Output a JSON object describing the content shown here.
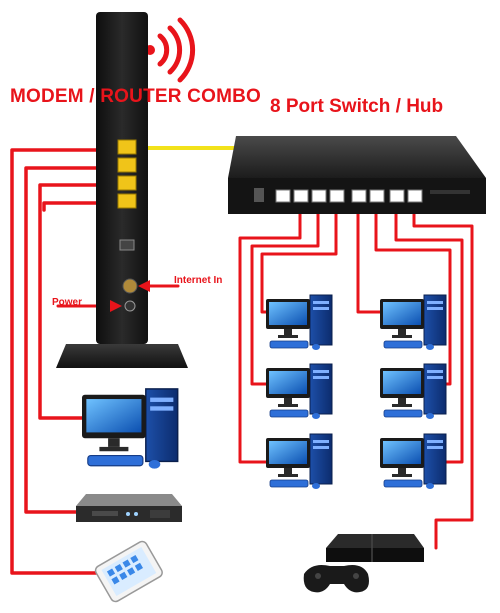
{
  "labels": {
    "modem_router": "MODEM / ROUTER COMBO",
    "switch_hub": "8 Port Switch / Hub",
    "internet_in": "Internet In",
    "power": "Power"
  },
  "colors": {
    "cable": "#e8141b",
    "uplink_cable": "#f2e21a",
    "lan_port": "#f0c419",
    "device_body": "#1b1b1b",
    "monitor_screen": "#1f6fd1"
  },
  "icons": [
    "wifi-icon",
    "modem-router",
    "network-switch",
    "desktop-computer",
    "dvr-recorder",
    "tablet",
    "game-console",
    "gamepad"
  ]
}
